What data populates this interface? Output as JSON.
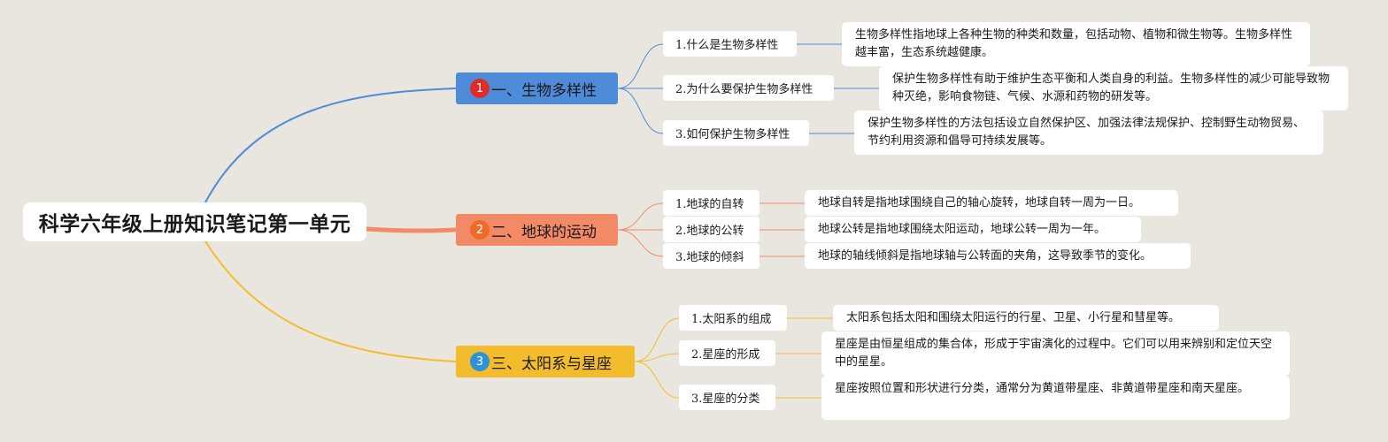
{
  "root": {
    "title": "科学六年级上册知识笔记第一单元"
  },
  "colors": {
    "branch1": "#4e8bd9",
    "branch2": "#f28a68",
    "branch3": "#f3bc2d"
  },
  "branches": [
    {
      "num": "1",
      "title": "一、生物多样性",
      "topics": [
        {
          "label": "1.什么是生物多样性",
          "text": "生物多样性指地球上各种生物的种类和数量，包括动物、植物和微生物等。生物多样性越丰富，生态系统越健康。"
        },
        {
          "label": "2.为什么要保护生物多样性",
          "text": "保护生物多样性有助于维护生态平衡和人类自身的利益。生物多样性的减少可能导致物种灭绝，影响食物链、气候、水源和药物的研发等。"
        },
        {
          "label": "3.如何保护生物多样性",
          "text": "保护生物多样性的方法包括设立自然保护区、加强法律法规保护、控制野生动物贸易、节约利用资源和倡导可持续发展等。"
        }
      ]
    },
    {
      "num": "2",
      "title": "二、地球的运动",
      "topics": [
        {
          "label": "1.地球的自转",
          "text": "地球自转是指地球围绕自己的轴心旋转，地球自转一周为一日。"
        },
        {
          "label": "2.地球的公转",
          "text": "地球公转是指地球围绕太阳运动，地球公转一周为一年。"
        },
        {
          "label": "3.地球的倾斜",
          "text": "地球的轴线倾斜是指地球轴与公转面的夹角，这导致季节的变化。"
        }
      ]
    },
    {
      "num": "3",
      "title": "三、太阳系与星座",
      "topics": [
        {
          "label": "1.太阳系的组成",
          "text": "太阳系包括太阳和围绕太阳运行的行星、卫星、小行星和彗星等。"
        },
        {
          "label": "2.星座的形成",
          "text": "星座是由恒星组成的集合体，形成于宇宙演化的过程中。它们可以用来辨别和定位天空中的星星。"
        },
        {
          "label": "3.星座的分类",
          "text": "星座按照位置和形状进行分类，通常分为黄道带星座、非黄道带星座和南天星座。"
        }
      ]
    }
  ]
}
